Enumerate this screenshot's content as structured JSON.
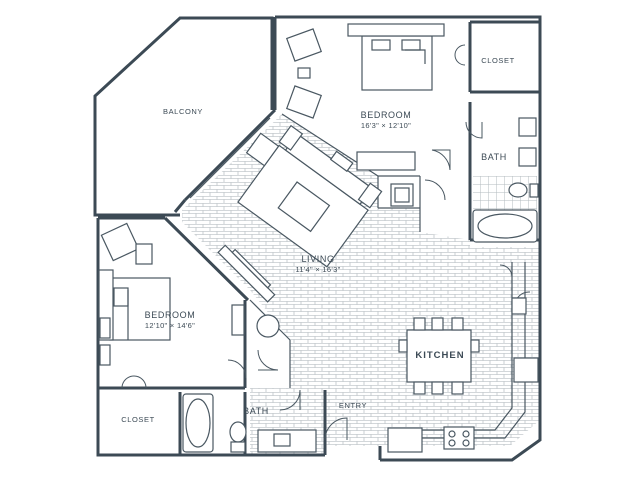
{
  "rooms": {
    "balcony": {
      "name": "BALCONY"
    },
    "bedroom_1": {
      "name": "BEDROOM",
      "size": "16'3\" × 12'10\""
    },
    "closet_1": {
      "name": "CLOSET"
    },
    "bath_1": {
      "name": "BATH"
    },
    "living": {
      "name": "LIVING",
      "size": "11'4\" × 16'3\""
    },
    "bedroom_2": {
      "name": "BEDROOM",
      "size": "12'10\" × 14'6\""
    },
    "kitchen": {
      "name": "KITCHEN"
    },
    "closet_2": {
      "name": "CLOSET"
    },
    "bath_2": {
      "name": "BATH"
    },
    "entry": {
      "name": "ENTRY"
    }
  },
  "colors": {
    "wall": "#3c4a55",
    "floor_hatch": "#9aa3aa",
    "background": "#ffffff"
  }
}
